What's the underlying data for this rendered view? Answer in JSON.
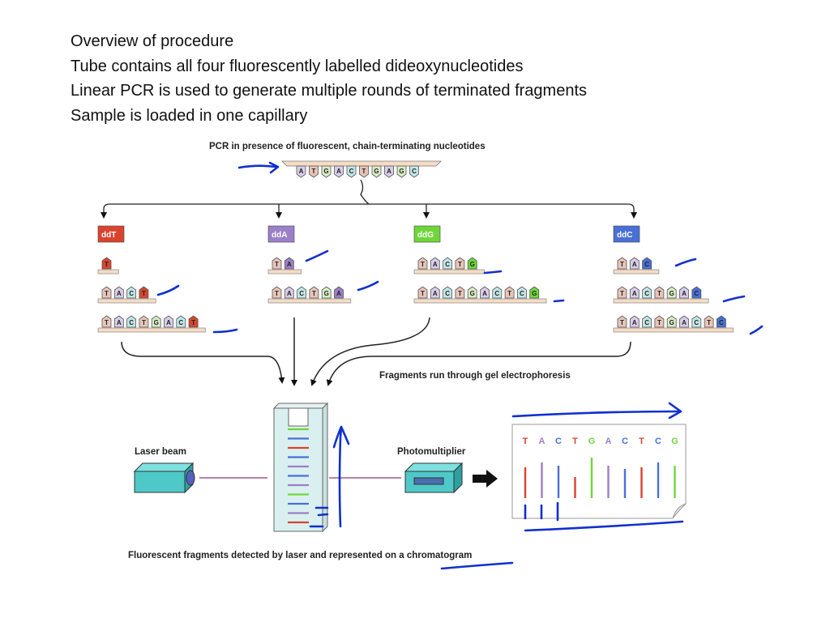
{
  "header": {
    "lines": [
      "Overview of procedure",
      "Tube contains all four fluorescently labelled dideoxynucleotides",
      "Linear PCR is used to generate multiple rounds of terminated fragments",
      "Sample is loaded in one capillary"
    ]
  },
  "diagram": {
    "pcr_label": "PCR in presence of fluorescent, chain-terminating nucleotides",
    "template_sequence": [
      "A",
      "T",
      "G",
      "A",
      "C",
      "T",
      "G",
      "A",
      "G",
      "C"
    ],
    "columns": [
      {
        "name": "ddT",
        "color": "#d9442e",
        "fragments": [
          "T",
          "TACT",
          "TACTGACT"
        ]
      },
      {
        "name": "ddA",
        "color": "#9b7fc8",
        "fragments": [
          "TA",
          "TACTGA"
        ]
      },
      {
        "name": "ddG",
        "color": "#6fd63a",
        "fragments": [
          "TACTG",
          "TACTGACTCG"
        ]
      },
      {
        "name": "ddC",
        "color": "#4a6fd6",
        "fragments": [
          "TAC",
          "TACTGAC",
          "TACTGACTC"
        ]
      }
    ],
    "gel_label": "Fragments run through gel electrophoresis",
    "laser_label": "Laser beam",
    "pmt_label": "Photomultiplier",
    "chromatogram_letters": [
      "T",
      "A",
      "C",
      "T",
      "G",
      "A",
      "C",
      "T",
      "C",
      "G"
    ],
    "bottom_label": "Fluorescent fragments detected by laser and represented on a chromatogram"
  },
  "colors": {
    "T": "#d9442e",
    "A": "#9b7fc8",
    "C": "#4a6fd6",
    "G": "#6fd63a",
    "nuc_T": "#e8c4b8",
    "nuc_A": "#d8cde8",
    "nuc_C": "#c2e6e6",
    "nuc_G": "#d8ecc6",
    "strand": "#f5dcc4",
    "device": "#4fc8c8",
    "annotation": "#1030d0"
  }
}
